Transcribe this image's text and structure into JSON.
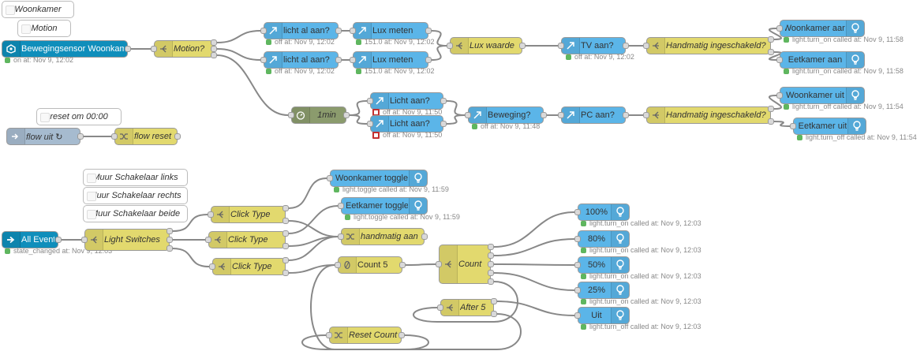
{
  "comments": [
    {
      "id": "woonkamer",
      "label": "Woonkamer"
    },
    {
      "id": "motion",
      "label": "Motion"
    },
    {
      "id": "reset",
      "label": "reset om 00:00"
    },
    {
      "id": "muur-links",
      "label": "Muur Schakelaar links"
    },
    {
      "id": "muur-rechts",
      "label": "Muur Schakelaar rechts"
    },
    {
      "id": "muur-beide",
      "label": "Muur Schakelaar beide"
    }
  ],
  "nodes": [
    {
      "id": "bewegingsensor",
      "label": "Bewegingsensor Woonkamer",
      "type": "ha-state",
      "color": "#0f8ebb",
      "icon": "hass-icon",
      "status": "on at: Nov 9, 12:02",
      "status_color": "green"
    },
    {
      "id": "motion-switch",
      "label": "Motion?",
      "type": "switch",
      "color": "#e2d96e",
      "icon": "switch-icon"
    },
    {
      "id": "licht-al-aan-1",
      "label": "licht al aan?",
      "type": "ha-current-state",
      "color": "#5bb5e8",
      "icon": "arrow-icon",
      "status": "off at: Nov 9, 12:02",
      "status_color": "green"
    },
    {
      "id": "licht-al-aan-2",
      "label": "licht al aan?",
      "type": "ha-current-state",
      "color": "#5bb5e8",
      "icon": "arrow-icon",
      "status": "off at: Nov 9, 12:02",
      "status_color": "green"
    },
    {
      "id": "lux-meten-1",
      "label": "Lux meten",
      "type": "ha-current-state",
      "color": "#5bb5e8",
      "icon": "arrow-icon",
      "status": "151.0 at: Nov 9, 12:02",
      "status_color": "green"
    },
    {
      "id": "lux-meten-2",
      "label": "Lux meten",
      "type": "ha-current-state",
      "color": "#5bb5e8",
      "icon": "arrow-icon",
      "status": "151.0 at: Nov 9, 12:02",
      "status_color": "green"
    },
    {
      "id": "lux-waarde",
      "label": "Lux waarde",
      "type": "switch",
      "color": "#e2d96e",
      "icon": "switch-icon"
    },
    {
      "id": "tv-aan",
      "label": "TV aan?",
      "type": "ha-current-state",
      "color": "#5bb5e8",
      "icon": "arrow-icon",
      "status": "off at: Nov 9, 12:02",
      "status_color": "green"
    },
    {
      "id": "handmatig-1",
      "label": "Handmatig ingeschakeld?",
      "type": "switch",
      "color": "#e2d96e",
      "icon": "switch-icon"
    },
    {
      "id": "woonkamer-aan",
      "label": "Woonkamer aan",
      "type": "ha-call",
      "color": "#5bb5e8",
      "icon": "bulb-icon",
      "status": "light.turn_on called at: Nov 9, 11:58",
      "status_color": "green"
    },
    {
      "id": "eetkamer-aan",
      "label": "Eetkamer aan",
      "type": "ha-call",
      "color": "#5bb5e8",
      "icon": "bulb-icon",
      "status": "light.turn_on called at: Nov 9, 11:58",
      "status_color": "green"
    },
    {
      "id": "delay-1min",
      "label": "1min",
      "type": "delay",
      "color": "#8b9b6d",
      "icon": "timer-icon"
    },
    {
      "id": "licht-aan-1",
      "label": "Licht aan?",
      "type": "ha-current-state",
      "color": "#5bb5e8",
      "icon": "arrow-icon",
      "status": "off at: Nov 9, 11:50",
      "status_color": "red"
    },
    {
      "id": "licht-aan-2",
      "label": "Licht aan?",
      "type": "ha-current-state",
      "color": "#5bb5e8",
      "icon": "arrow-icon",
      "status": "off at: Nov 9, 11:50",
      "status_color": "red"
    },
    {
      "id": "beweging",
      "label": "Beweging?",
      "type": "ha-current-state",
      "color": "#5bb5e8",
      "icon": "arrow-icon",
      "status": "off at: Nov 9, 11:48",
      "status_color": "green"
    },
    {
      "id": "pc-aan",
      "label": "PC aan?",
      "type": "ha-current-state",
      "color": "#5bb5e8",
      "icon": "arrow-icon"
    },
    {
      "id": "handmatig-2",
      "label": "Handmatig ingeschakeld?",
      "type": "switch",
      "color": "#e2d96e",
      "icon": "switch-icon"
    },
    {
      "id": "woonkamer-uit",
      "label": "Woonkamer uit",
      "type": "ha-call",
      "color": "#5bb5e8",
      "icon": "bulb-icon",
      "status": "light.turn_off called at: Nov 9, 11:54",
      "status_color": "green"
    },
    {
      "id": "eetkamer-uit",
      "label": "Eetkamer uit",
      "type": "ha-call",
      "color": "#5bb5e8",
      "icon": "bulb-icon",
      "status": "light.turn_off called at: Nov 9, 11:54",
      "status_color": "green"
    },
    {
      "id": "flow-uit",
      "label": "flow uit ↻",
      "type": "inject",
      "color": "#a6bbcf",
      "icon": "inject-icon"
    },
    {
      "id": "flow-reset",
      "label": "flow reset",
      "type": "change",
      "color": "#e2d96e",
      "icon": "change-icon"
    },
    {
      "id": "all-events",
      "label": "All Events",
      "type": "ha-events",
      "color": "#0f8ebb",
      "icon": "arrow-right-icon",
      "status": "state_changed at: Nov 9, 12:03",
      "status_color": "green"
    },
    {
      "id": "light-switches",
      "label": "Light Switches",
      "type": "switch",
      "color": "#e2d96e",
      "icon": "switch-icon"
    },
    {
      "id": "click-type-1",
      "label": "Click Type",
      "type": "switch",
      "color": "#e2d96e",
      "icon": "switch-icon"
    },
    {
      "id": "click-type-2",
      "label": "Click Type",
      "type": "switch",
      "color": "#e2d96e",
      "icon": "switch-icon"
    },
    {
      "id": "click-type-3",
      "label": "Click Type",
      "type": "switch",
      "color": "#e2d96e",
      "icon": "switch-icon"
    },
    {
      "id": "woonkamer-toggle",
      "label": "Woonkamer toggle",
      "type": "ha-call",
      "color": "#5bb5e8",
      "icon": "bulb-icon",
      "status": "light.toggle called at: Nov 9, 11:59",
      "status_color": "green"
    },
    {
      "id": "eetkamer-toggle",
      "label": "Eetkamer toggle",
      "type": "ha-call",
      "color": "#5bb5e8",
      "icon": "bulb-icon",
      "status": "light.toggle called at: Nov 9, 11:59",
      "status_color": "green"
    },
    {
      "id": "handmatig-aan",
      "label": "handmatig aan",
      "type": "change",
      "color": "#e2d96e",
      "icon": "change-icon"
    },
    {
      "id": "count-5",
      "label": "Count 5",
      "type": "counter",
      "color": "#e2d96e",
      "icon": "counter-icon"
    },
    {
      "id": "count",
      "label": "Count",
      "type": "switch",
      "color": "#e2d96e",
      "icon": "switch-icon"
    },
    {
      "id": "after-5",
      "label": "After 5",
      "type": "switch",
      "color": "#e2d96e",
      "icon": "switch-icon"
    },
    {
      "id": "reset-count",
      "label": "Reset Count",
      "type": "change",
      "color": "#e2d96e",
      "icon": "change-icon"
    },
    {
      "id": "pct-100",
      "label": "100%",
      "type": "ha-call",
      "color": "#5bb5e8",
      "icon": "bulb-icon",
      "status": "light.turn_on called at: Nov 9, 12:03",
      "status_color": "green"
    },
    {
      "id": "pct-80",
      "label": "80%",
      "type": "ha-call",
      "color": "#5bb5e8",
      "icon": "bulb-icon",
      "status": "light.turn_on called at: Nov 9, 12:03",
      "status_color": "green"
    },
    {
      "id": "pct-50",
      "label": "50%",
      "type": "ha-call",
      "color": "#5bb5e8",
      "icon": "bulb-icon",
      "status": "light.turn_on called at: Nov 9, 12:03",
      "status_color": "green"
    },
    {
      "id": "pct-25",
      "label": "25%",
      "type": "ha-call",
      "color": "#5bb5e8",
      "icon": "bulb-icon",
      "status": "light.turn_on called at: Nov 9, 12:03",
      "status_color": "green"
    },
    {
      "id": "uit",
      "label": "Uit",
      "type": "ha-call",
      "color": "#5bb5e8",
      "icon": "bulb-icon",
      "status": "light.turn_off called at: Nov 9, 12:03",
      "status_color": "green"
    }
  ],
  "wires": [
    [
      "bewegingsensor",
      "motion-switch"
    ],
    [
      "motion-switch",
      "licht-al-aan-1"
    ],
    [
      "motion-switch",
      "licht-al-aan-2"
    ],
    [
      "motion-switch",
      "delay-1min"
    ],
    [
      "licht-al-aan-1",
      "lux-meten-1"
    ],
    [
      "licht-al-aan-2",
      "lux-meten-2"
    ],
    [
      "lux-meten-1",
      "lux-waarde"
    ],
    [
      "lux-meten-2",
      "lux-waarde"
    ],
    [
      "lux-waarde",
      "tv-aan"
    ],
    [
      "tv-aan",
      "handmatig-1"
    ],
    [
      "handmatig-1",
      "woonkamer-aan"
    ],
    [
      "handmatig-1",
      "eetkamer-aan"
    ],
    [
      "delay-1min",
      "licht-aan-1"
    ],
    [
      "delay-1min",
      "licht-aan-2"
    ],
    [
      "licht-aan-1",
      "beweging"
    ],
    [
      "licht-aan-2",
      "beweging"
    ],
    [
      "beweging",
      "pc-aan"
    ],
    [
      "pc-aan",
      "handmatig-2"
    ],
    [
      "handmatig-2",
      "woonkamer-uit"
    ],
    [
      "handmatig-2",
      "eetkamer-uit"
    ],
    [
      "flow-uit",
      "flow-reset"
    ],
    [
      "all-events",
      "light-switches"
    ],
    [
      "light-switches",
      "click-type-1"
    ],
    [
      "light-switches",
      "click-type-2"
    ],
    [
      "light-switches",
      "click-type-3"
    ],
    [
      "click-type-1",
      "woonkamer-toggle"
    ],
    [
      "click-type-1",
      "handmatig-aan"
    ],
    [
      "click-type-2",
      "eetkamer-toggle"
    ],
    [
      "click-type-2",
      "handmatig-aan"
    ],
    [
      "click-type-3",
      "handmatig-aan"
    ],
    [
      "click-type-3",
      "count-5"
    ],
    [
      "count-5",
      "count"
    ],
    [
      "count",
      "pct-100"
    ],
    [
      "count",
      "pct-80"
    ],
    [
      "count",
      "pct-50"
    ],
    [
      "count",
      "pct-25"
    ],
    [
      "count",
      "after-5"
    ],
    [
      "after-5",
      "uit"
    ],
    [
      "after-5",
      "reset-count"
    ],
    [
      "reset-count",
      "count-5"
    ]
  ],
  "colors": {
    "wire": "#888888",
    "ha_blue": "#0f8ebb",
    "ha_light_blue": "#5bb5e8",
    "function_yellow": "#e2d96e",
    "delay_green": "#8b9b6d",
    "inject_grey": "#a6bbcf"
  }
}
